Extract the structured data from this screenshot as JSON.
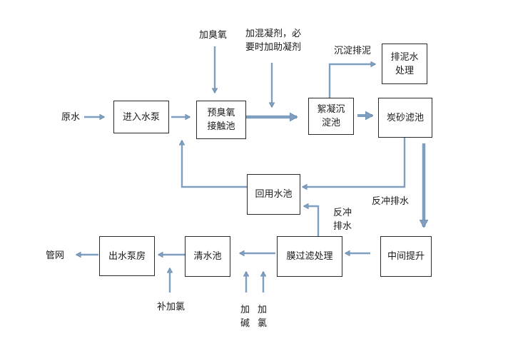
{
  "boxes": {
    "pump": "进入水泵",
    "preozone": "预臭氧\n接触池",
    "floc": "絮凝沉\n淀池",
    "sludge": "排泥水\n处理",
    "sand": "炭砂滤池",
    "reuse": "回用水池",
    "lift": "中间提升",
    "membrane": "膜过滤处理",
    "clear": "清水池",
    "outpump": "出水泵房"
  },
  "labels": {
    "raw": "原水",
    "ozone": "加臭氧",
    "coag": "加混凝剂，必\n要时加助凝剂",
    "settle": "沉淀排泥",
    "backwash1": "反冲排水",
    "backwash2": "反冲\n排水",
    "network": "管网",
    "chlorine": "补加氯",
    "alkali": "加\n碱",
    "chlorine2": "加\n氯"
  },
  "colors": {
    "arrow": "#7f9fc0",
    "arrow_edge": "#5f7fa3",
    "border": "#2a2a2a"
  }
}
